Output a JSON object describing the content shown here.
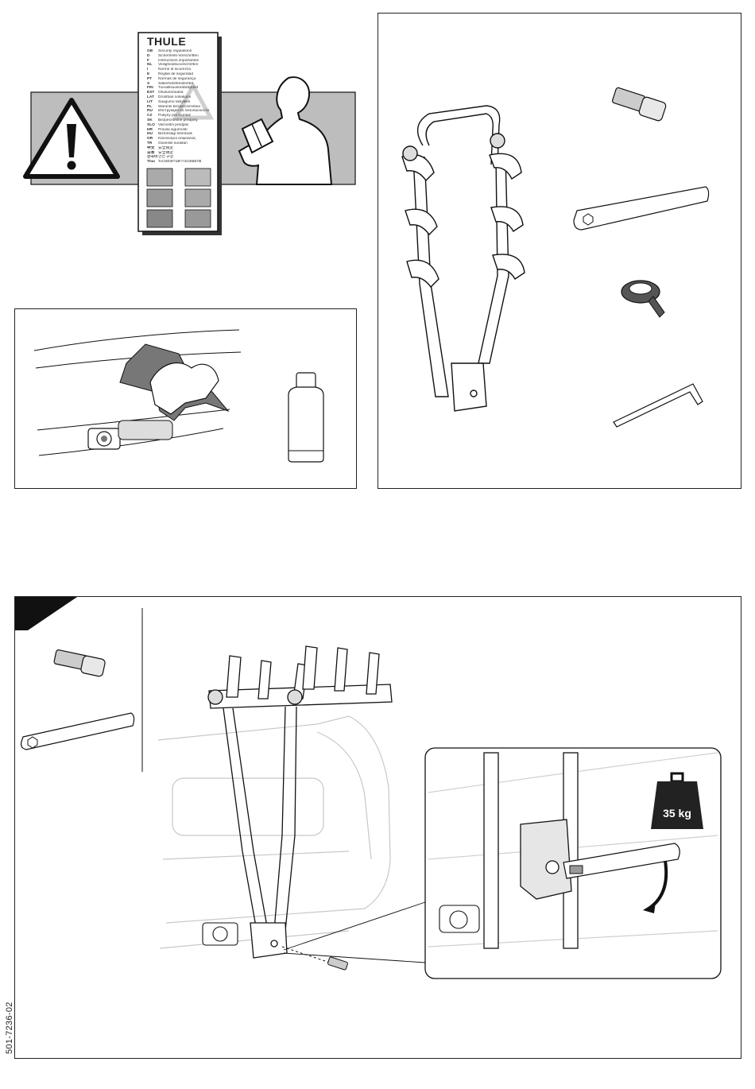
{
  "booklet": {
    "brand": "THULE",
    "languages": [
      {
        "code": "GB",
        "text": "Security regulations"
      },
      {
        "code": "D",
        "text": "Sicherheits-Vorschriften"
      },
      {
        "code": "F",
        "text": "Instructions importantes"
      },
      {
        "code": "NL",
        "text": "Veiligheidsvoorschriften"
      },
      {
        "code": "I",
        "text": "Norme di sicurezza"
      },
      {
        "code": "E",
        "text": "Reglas de seguridad"
      },
      {
        "code": "PT",
        "text": "Normas de segurança"
      },
      {
        "code": "S",
        "text": "Säkerhetsföreskrifter"
      },
      {
        "code": "FIN",
        "text": "Turvallisuusmääräykset"
      },
      {
        "code": "EST",
        "text": "Ohutusnõuded"
      },
      {
        "code": "LAT",
        "text": "Drošības noteikumi"
      },
      {
        "code": "LIT",
        "text": "Saugumo taisyklės"
      },
      {
        "code": "PL",
        "text": "Warunki bezpieczeństwa"
      },
      {
        "code": "RU",
        "text": "Инструкция по безопасности"
      },
      {
        "code": "CZ",
        "text": "Pokyny pro montáž"
      },
      {
        "code": "SK",
        "text": "Bezpečnostné predpisy"
      },
      {
        "code": "SLO",
        "text": "Varnostni predpisi"
      },
      {
        "code": "HR",
        "text": "Pravila sigurnosti"
      },
      {
        "code": "HU",
        "text": "Biztonsági előírások"
      },
      {
        "code": "GR",
        "text": "Κανονισμοί ασφαλείας"
      },
      {
        "code": "TR",
        "text": "Güvenlik kuralları"
      },
      {
        "code": "中文",
        "text": "安全规定"
      },
      {
        "code": "日本",
        "text": "安全規定"
      },
      {
        "code": "한국어",
        "text": "안전 규정"
      },
      {
        "code": "Thai",
        "text": "ระเบียบด้านความปลอดภัย"
      }
    ]
  },
  "weight_badge": "35 kg",
  "document_code": "501-7236-02"
}
